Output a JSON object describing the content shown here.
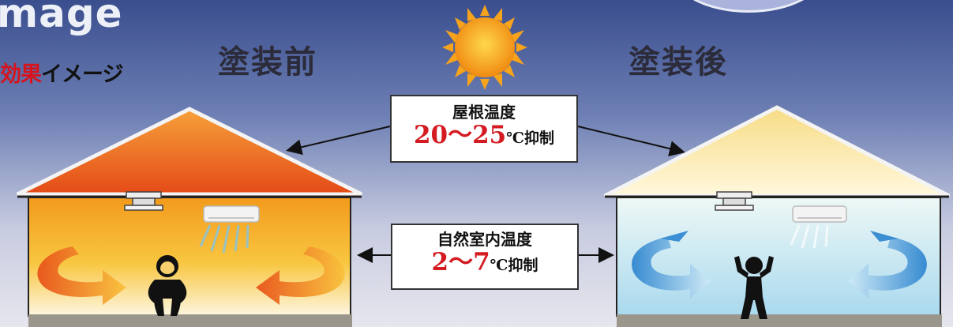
{
  "header": {
    "title_fragment": "mage",
    "subtitle_red": "効果",
    "subtitle_black": "イメージ"
  },
  "houses": {
    "before_label": "塗装前",
    "after_label": "塗装後"
  },
  "callouts": {
    "roof": {
      "top": "屋根温度",
      "value": "20～25",
      "unit": "℃抑制"
    },
    "room": {
      "top": "自然室内温度",
      "value": "2～7",
      "unit": "℃抑制"
    }
  },
  "colors": {
    "sky_top": "#3a4e8e",
    "sun": "#f7a31b",
    "hot_roof": "#e8501a",
    "hot_room": "#f6b52a",
    "cool_room": "#bfe4f0",
    "cool_arrow": "#3d8fd4",
    "accent_red": "#d41b22"
  },
  "icons": [
    "sun-icon",
    "air-conditioner-icon",
    "roof-vent-icon",
    "person-hot-icon",
    "person-cool-icon"
  ]
}
